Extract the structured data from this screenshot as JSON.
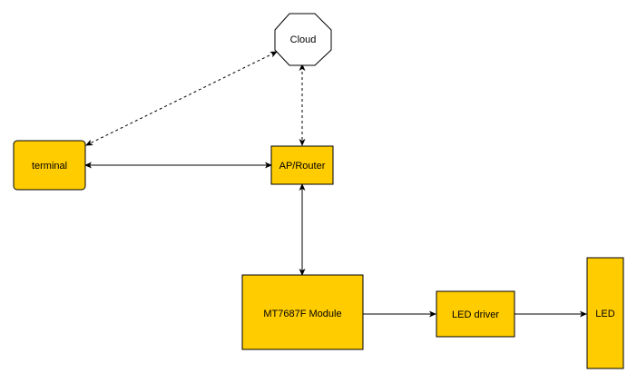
{
  "nodes": {
    "cloud": {
      "label": "Cloud"
    },
    "terminal": {
      "label": "terminal"
    },
    "router": {
      "label": "AP/Router"
    },
    "module": {
      "label": "MT7687F Module"
    },
    "driver": {
      "label": "LED driver"
    },
    "led": {
      "label": "LED"
    }
  },
  "colors": {
    "block_fill": "#FFCC00",
    "block_stroke": "#000000",
    "cloud_fill": "#FFFFFF",
    "edge": "#000000"
  },
  "edges": [
    {
      "from": "terminal",
      "to": "cloud",
      "style": "dashed",
      "direction": "both"
    },
    {
      "from": "router",
      "to": "cloud",
      "style": "dashed",
      "direction": "both"
    },
    {
      "from": "terminal",
      "to": "router",
      "style": "solid",
      "direction": "both"
    },
    {
      "from": "router",
      "to": "module",
      "style": "solid",
      "direction": "both"
    },
    {
      "from": "module",
      "to": "driver",
      "style": "solid",
      "direction": "forward"
    },
    {
      "from": "driver",
      "to": "led",
      "style": "solid",
      "direction": "forward"
    }
  ]
}
